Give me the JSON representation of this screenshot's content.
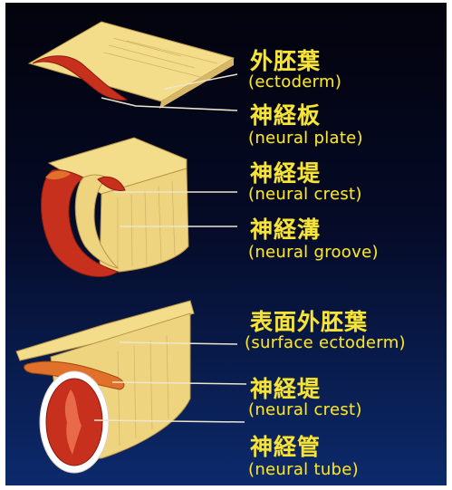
{
  "labels": {
    "ectoderm_jp": "外胚葉",
    "ectoderm_en": "(ectoderm)",
    "neural_plate_jp": "神経板",
    "neural_plate_en": "(neural plate)",
    "neural_crest_1_jp": "神経堤",
    "neural_crest_1_en": "(neural crest)",
    "neural_groove_jp": "神経溝",
    "neural_groove_en": "(neural groove)",
    "surface_ectoderm_jp": "表面外胚葉",
    "surface_ectoderm_en": "(surface ectoderm)",
    "neural_crest_2_jp": "神経堤",
    "neural_crest_2_en": "(neural crest)",
    "neural_tube_jp": "神経管",
    "neural_tube_en": "(neural tube)"
  },
  "colors": {
    "background_top": "#03030c",
    "background_bottom": "#0c2a6c",
    "label_text": "#f6e43a",
    "tissue_cream": "#f3dc8a",
    "neural_red": "#c8301e",
    "leader_line": "#ece6cc"
  }
}
